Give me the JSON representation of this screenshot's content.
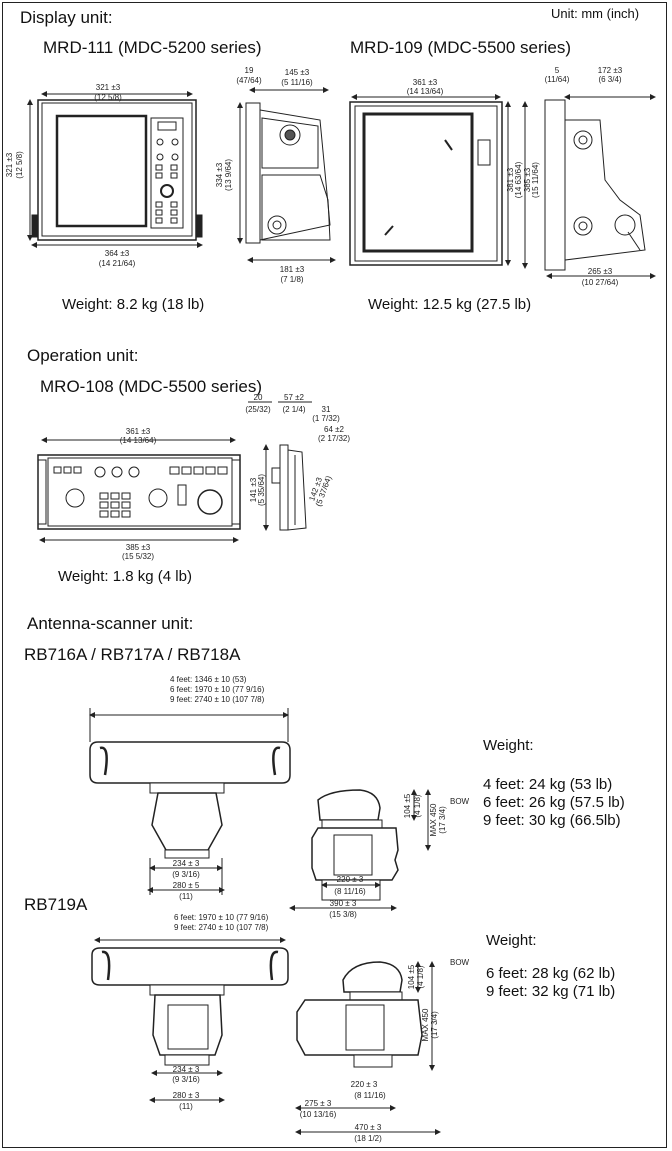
{
  "header": {
    "display_title": "Display unit:",
    "unit_note": "Unit: mm (inch)"
  },
  "display": {
    "mrd111": {
      "model": "MRD-111 (MDC-5200 series)",
      "weight": "Weight: 8.2 kg (18 lb)",
      "dims": {
        "w_top": "321 ±3",
        "w_top_in": "(12 5/8)",
        "h_left": "321 ±3",
        "h_left_in": "(12 5/8)",
        "w_bottom": "364 ±3",
        "w_bottom_in": "(14 21/64)",
        "side_top": "19",
        "side_top_in": "(47/64)",
        "side_depth": "145 ±3",
        "side_depth_in": "(5 11/16)",
        "side_h": "334 ±3",
        "side_h_in": "(13 9/64)",
        "side_bottom": "181 ±3",
        "side_bottom_in": "(7 1/8)"
      }
    },
    "mrd109": {
      "model": "MRD-109 (MDC-5500 series)",
      "weight": "Weight: 12.5 kg (27.5 lb)",
      "dims": {
        "w_top": "361 ±3",
        "w_top_in": "(14 13/64)",
        "h1": "381 ±3",
        "h1_in": "(14 63/64)",
        "h2": "385 ±3",
        "h2_in": "(15 11/64)",
        "side_top": "5",
        "side_top_in": "(11/64)",
        "side_depth": "172 ±3",
        "side_depth_in": "(6 3/4)",
        "side_bottom": "265 ±3",
        "side_bottom_in": "(10 27/64)"
      }
    }
  },
  "operation": {
    "title": "Operation unit:",
    "model": "MRO-108 (MDC-5500 series)",
    "weight": "Weight: 1.8 kg (4 lb)",
    "dims": {
      "w_top": "361 ±3",
      "w_top_in": "(14 13/64)",
      "w_bottom": "385 ±3",
      "w_bottom_in": "(15 5/32)",
      "h": "141 ±3",
      "h_in": "(5 35/64)",
      "d1": "20",
      "d1_in": "(25/32)",
      "d2": "57 ±2",
      "d2_in": "(2 1/4)",
      "d3": "31",
      "d3_in": "(1 7/32)",
      "d4": "64 ±2",
      "d4_in": "(2 17/32)",
      "d5": "142 ±3",
      "d5_in": "(5 37/64)"
    }
  },
  "antenna": {
    "title": "Antenna-scanner unit:",
    "model_a": "RB716A / RB717A / RB718A",
    "len_a": [
      "4 feet: 1346 ± 10 (53)",
      "6 feet: 1970 ± 10 (77 9/16)",
      "9 feet: 2740 ± 10 (107 7/8)"
    ],
    "weight_title_a": "Weight:",
    "weights_a": [
      "4 feet: 24 kg (53 lb)",
      "6 feet: 26 kg (57.5 lb)",
      "9 feet: 30 kg (66.5lb)"
    ],
    "dims_a": {
      "b234": "234 ± 3",
      "b234_in": "(9 3/16)",
      "b280": "280 ± 5",
      "b280_in": "(11)",
      "b220": "220 ± 3",
      "b220_in": "(8 11/16)",
      "b390": "390 ± 3",
      "b390_in": "(15 3/8)",
      "h104": "104 ±5",
      "h104_in": "(4 1/8)",
      "max": "MAX 450",
      "max_in": "(17 3/4)",
      "bow": "BOW"
    },
    "model_b": "RB719A",
    "len_b": [
      "6 feet: 1970 ± 10 (77 9/16)",
      "9 feet: 2740 ± 10 (107 7/8)"
    ],
    "weight_title_b": "Weight:",
    "weights_b": [
      "6 feet: 28 kg (62 lb)",
      "9 feet: 32 kg (71 lb)"
    ],
    "dims_b": {
      "b234": "234 ± 3",
      "b234_in": "(9 3/16)",
      "b280": "280 ± 3",
      "b280_in": "(11)",
      "b220": "220 ± 3",
      "b220_in": "(8 11/16)",
      "b275": "275 ± 3",
      "b275_in": "(10 13/16)",
      "b470": "470 ± 3",
      "b470_in": "(18 1/2)",
      "h104": "104 ±5",
      "h104_in": "(4 1/8)",
      "max": "MAX 450",
      "max_in": "(17 3/4)",
      "bow": "BOW"
    }
  }
}
